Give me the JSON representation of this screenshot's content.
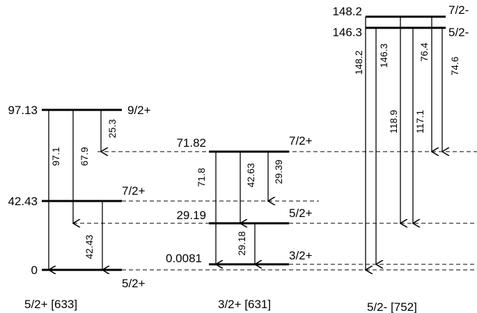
{
  "bands": [
    {
      "label": "5/2+  [633]",
      "levels": [
        {
          "energy": "97.13",
          "spin": "9/2+"
        },
        {
          "energy": "42.43",
          "spin": "7/2+"
        },
        {
          "energy": "0",
          "spin": "5/2+"
        }
      ],
      "transitions": [
        "97.1",
        "67.9",
        "25.3",
        "42.43"
      ]
    },
    {
      "label": "3/2+  [631]",
      "levels": [
        {
          "energy": "71.82",
          "spin": "7/2+"
        },
        {
          "energy": "29.19",
          "spin": "5/2+"
        },
        {
          "energy": "0.0081",
          "spin": "3/2+"
        }
      ],
      "transitions": [
        "71.8",
        "42.63",
        "29.39",
        "29.18"
      ]
    },
    {
      "label": "5/2-  [752]",
      "levels": [
        {
          "energy": "148.2",
          "spin": "7/2-"
        },
        {
          "energy": "146.3",
          "spin": "5/2-"
        }
      ],
      "transitions": [
        "148.2",
        "146.3",
        "118.9",
        "117.1",
        "76.4",
        "74.6"
      ]
    }
  ]
}
